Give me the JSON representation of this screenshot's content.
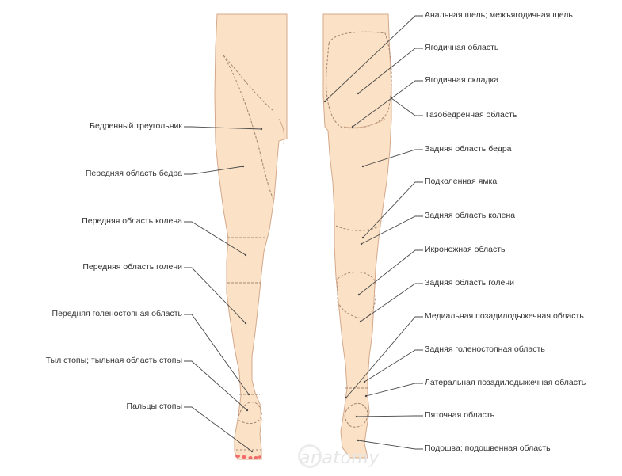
{
  "colors": {
    "skin": "#fbe2c6",
    "outline": "#d4a88a",
    "dash": "#a48472",
    "leader": "#4a4a4a",
    "toe": "#f06a6a"
  },
  "watermark": "anatomy",
  "labels_left": [
    "Бедренный треугольник",
    "Передняя область бедра",
    "Передняя область колена",
    "Передняя область голени",
    "Передняя голеностопная область",
    "Тыл стопы; тыльная область стопы",
    "Пальцы стопы"
  ],
  "labels_right": [
    "Анальная щель; межъягодичная щель",
    "Ягодичная область",
    "Ягодичная складка",
    "Тазобедренная область",
    "Задняя область бедра",
    "Подколенная ямка",
    "Задняя область колена",
    "Икроножная область",
    "Задняя область голени",
    "Медиальная позадилодыжечная область",
    "Задняя голеностопная область",
    "Латеральная позадилодыжечная область",
    "Пяточная область",
    "Подошва; подошвенная область"
  ]
}
